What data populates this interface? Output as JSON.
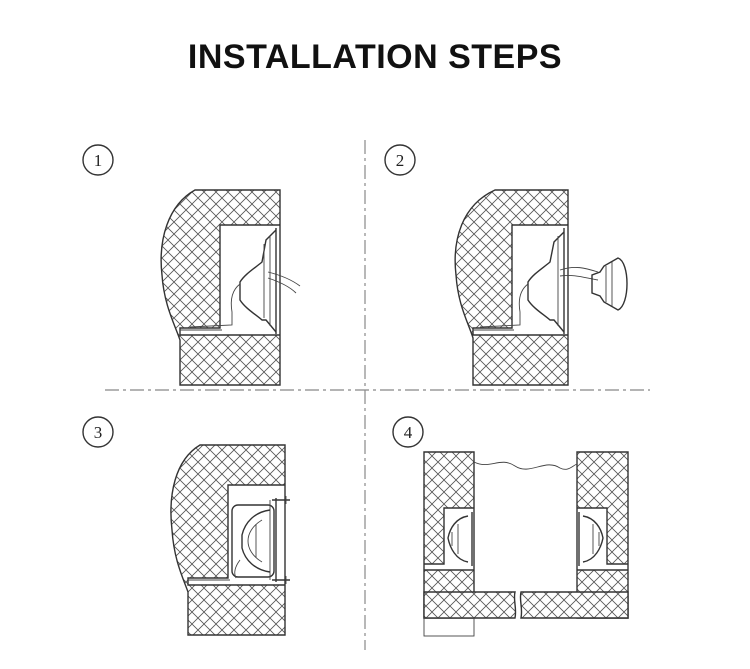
{
  "title": "INSTALLATION STEPS",
  "steps": [
    {
      "number": "1"
    },
    {
      "number": "2"
    },
    {
      "number": "3"
    },
    {
      "number": "4"
    }
  ],
  "colors": {
    "line": "#333333",
    "divider": "#888888",
    "hatch": "#555555"
  }
}
